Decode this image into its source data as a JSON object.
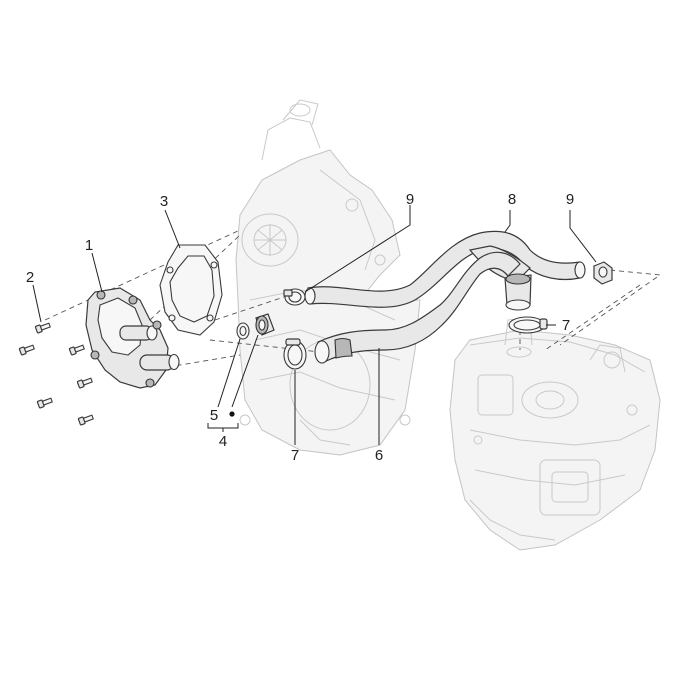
{
  "callouts": {
    "c1": "1",
    "c2": "2",
    "c3": "3",
    "c4": "4",
    "c5": "5",
    "c6": "6",
    "c7a": "7",
    "c7b": "7",
    "c8": "8",
    "c9a": "9",
    "c9b": "9"
  },
  "colors": {
    "line": "#3a3a3a",
    "ghost": "#c9c9c9",
    "background": "#ffffff"
  }
}
